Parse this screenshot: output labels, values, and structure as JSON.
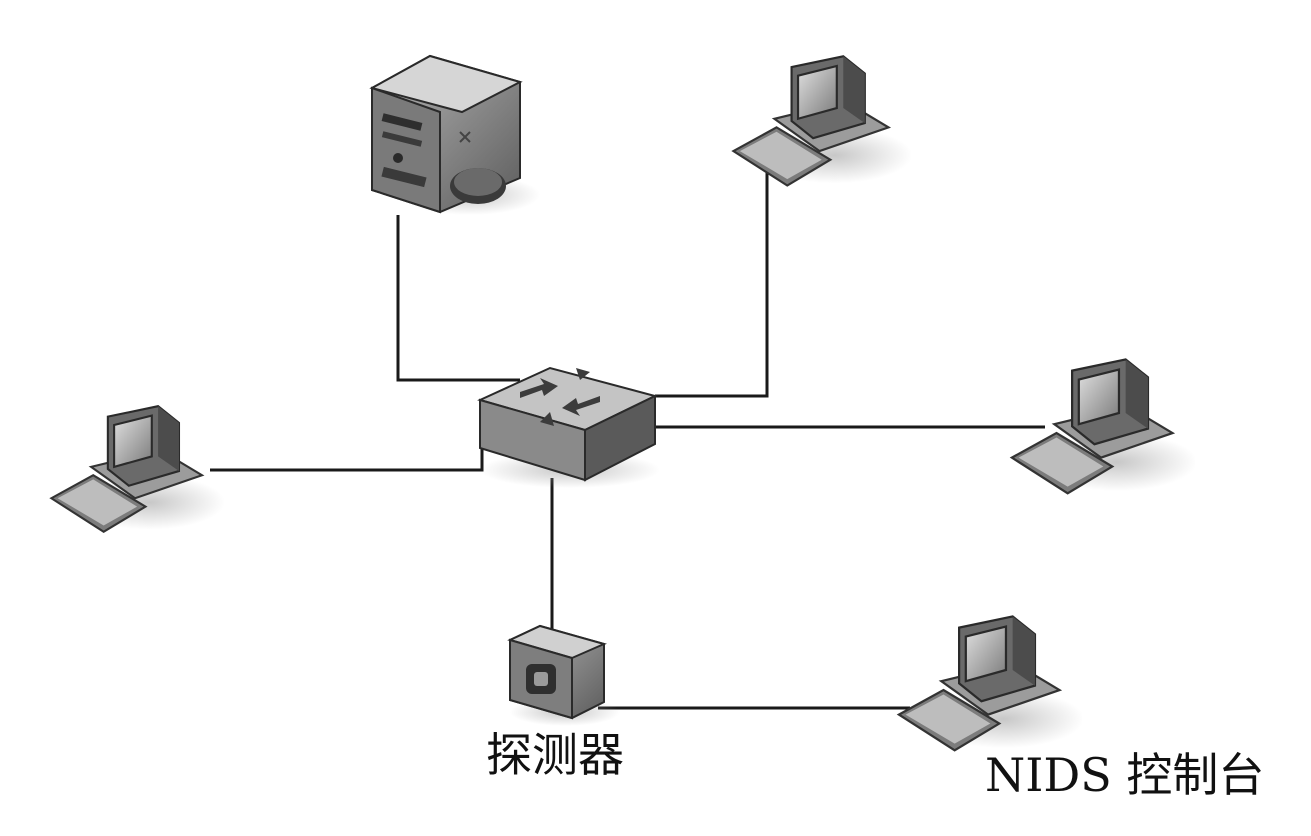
{
  "labels": {
    "detector": "探测器",
    "console": "NIDS 控制台"
  },
  "nodes": [
    {
      "id": "server",
      "icon": "server-icon"
    },
    {
      "id": "switch",
      "icon": "switch-icon"
    },
    {
      "id": "pc-top-right",
      "icon": "computer-icon"
    },
    {
      "id": "pc-left",
      "icon": "computer-icon"
    },
    {
      "id": "pc-right",
      "icon": "computer-icon"
    },
    {
      "id": "detector",
      "icon": "sensor-icon"
    },
    {
      "id": "console",
      "icon": "computer-icon"
    }
  ],
  "colors": {
    "line": "#1a1a1a",
    "device_dark": "#4a4a4a",
    "device_mid": "#8a8a8a",
    "device_light": "#c8c8c8"
  }
}
